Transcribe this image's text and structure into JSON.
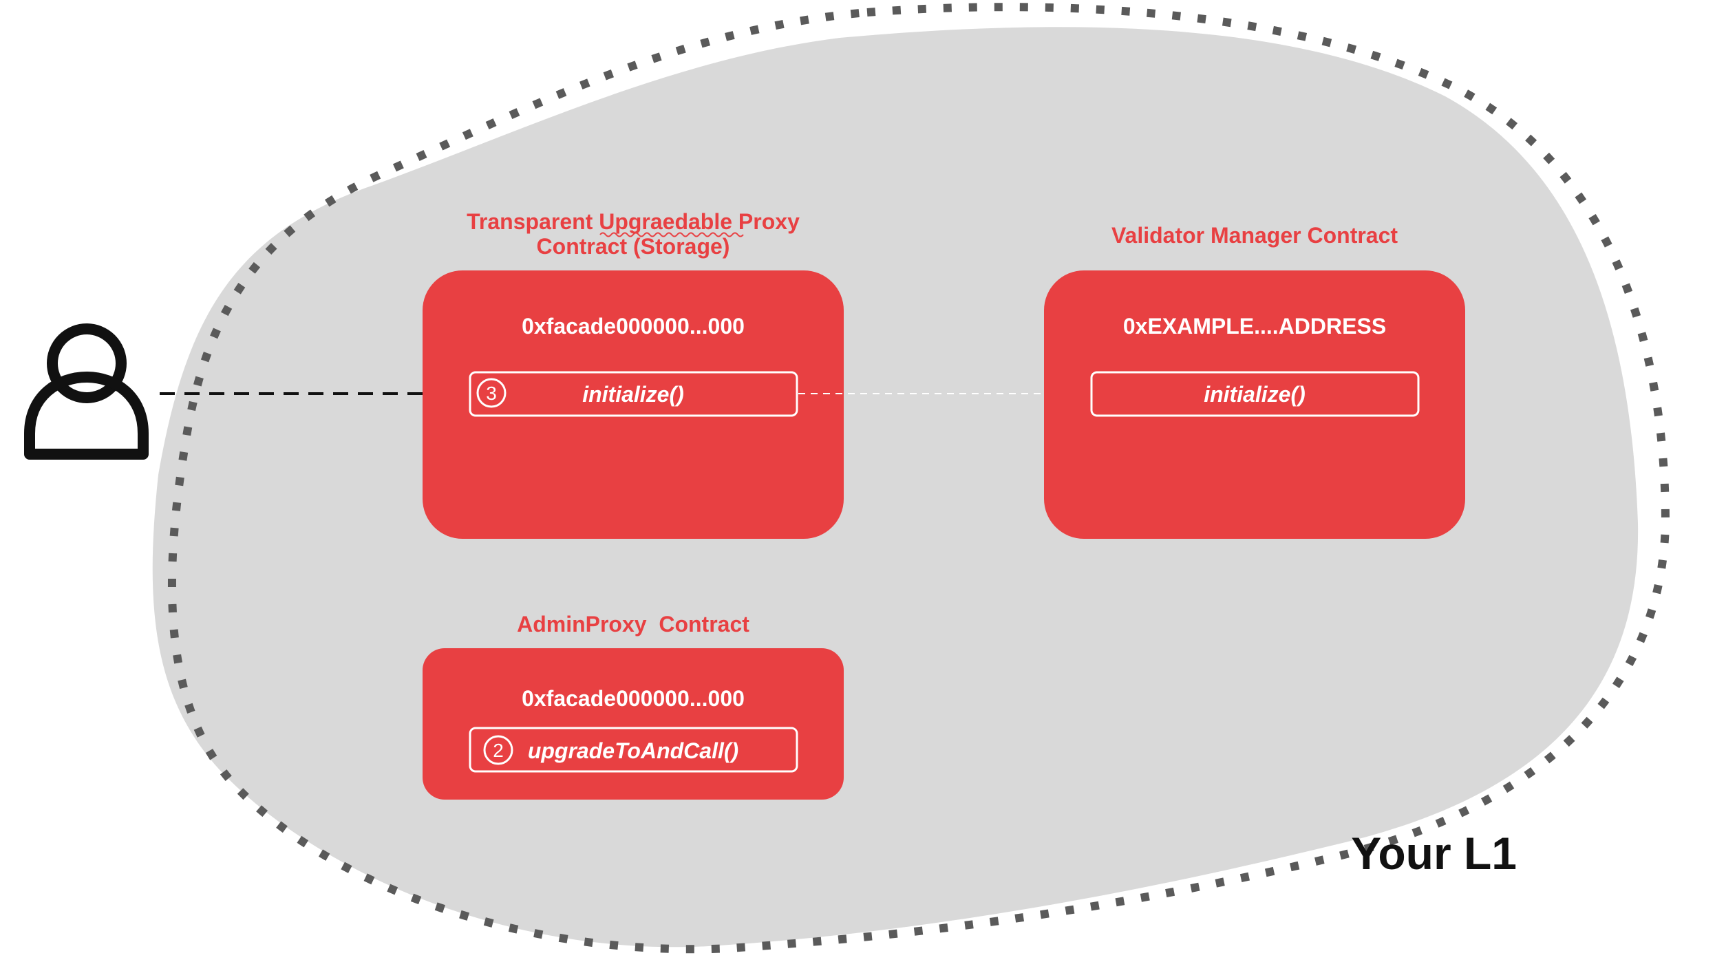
{
  "colors": {
    "region_fill": "#d9d9d9",
    "region_border": "#5a5a5a",
    "contract_fill": "#e84042",
    "title_text": "#e84042",
    "white": "#ffffff",
    "dark": "#111111"
  },
  "icons": {
    "user": "user-icon"
  },
  "region": {
    "label": "Your L1"
  },
  "proxy": {
    "title_line1": "Transparent Upgraedable Proxy",
    "title_line2": "Contract (Storage)",
    "address": "0xfacade000000...000",
    "call": {
      "step": "3",
      "label": "initialize()"
    }
  },
  "validator_manager": {
    "title": "Validator Manager Contract",
    "address": "0xEXAMPLE....ADDRESS",
    "call": {
      "label": "initialize()"
    }
  },
  "admin_proxy": {
    "title": "AdminProxy  Contract",
    "address": "0xfacade000000...000",
    "call": {
      "step": "2",
      "label": "upgradeToAndCall()"
    }
  }
}
